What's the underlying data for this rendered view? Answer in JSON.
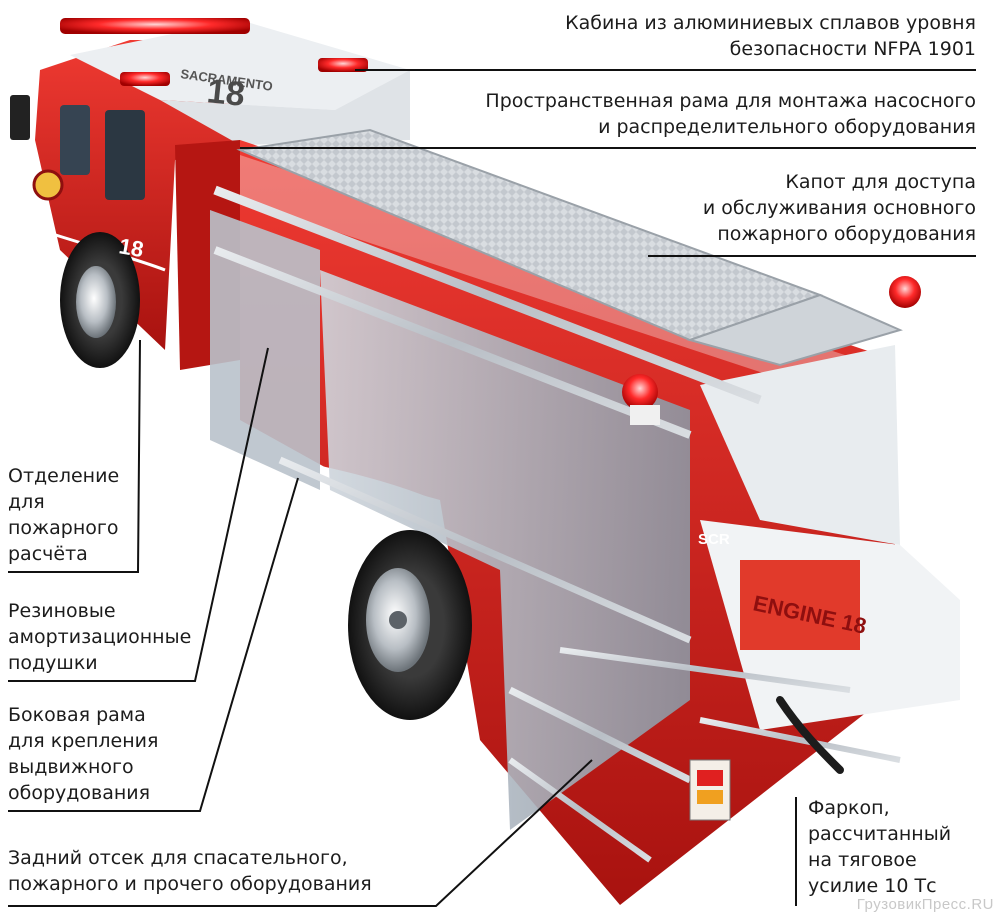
{
  "truck": {
    "cab_number": "18",
    "cab_lettering": "SACRAMENTO",
    "side_number": "18",
    "rear_code": "SCR",
    "rear_lettering": "ENGINE 18"
  },
  "callouts": {
    "cab": "Кабина из алюминиевых сплавов уровня\nбезопасности NFPA 1901",
    "frame": "Пространственная рама для монтажа насосного\nи распределительного оборудования",
    "hood": "Капот для доступа\nи обслуживания основного\nпожарного оборудования",
    "crew": "Отделение\nдля\nпожарного\nрасчёта",
    "rubber": "Резиновые\nамортизационные\nподушки",
    "sideframe": "Боковая рама\nдля крепления\nвыдвижного\nоборудования",
    "rear": "Задний отсек для спасательного,\nпожарного и прочего оборудования",
    "hitch": "Фаркоп,\nрассчитанный\nна тяговое\nусилие 10 Тс"
  },
  "watermark": "ГрузовикПресс.RU",
  "colors": {
    "red": "#d41c1c",
    "dark_red": "#8e0f0f",
    "steel": "#c7ccd2",
    "line": "#111111"
  }
}
